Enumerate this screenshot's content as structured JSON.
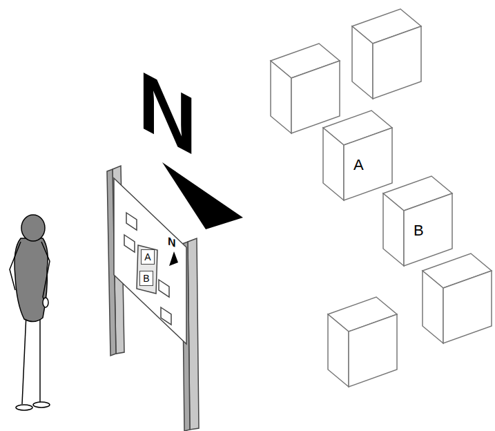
{
  "diagram": {
    "nodes": [
      {
        "text": [
          "A"
        ]
      },
      {
        "text": [
          "B"
        ]
      },
      {
        "text": [
          "A"
        ]
      },
      {
        "text": [
          "B"
        ]
      }
    ],
    "labels": [
      "N",
      "N"
    ]
  }
}
